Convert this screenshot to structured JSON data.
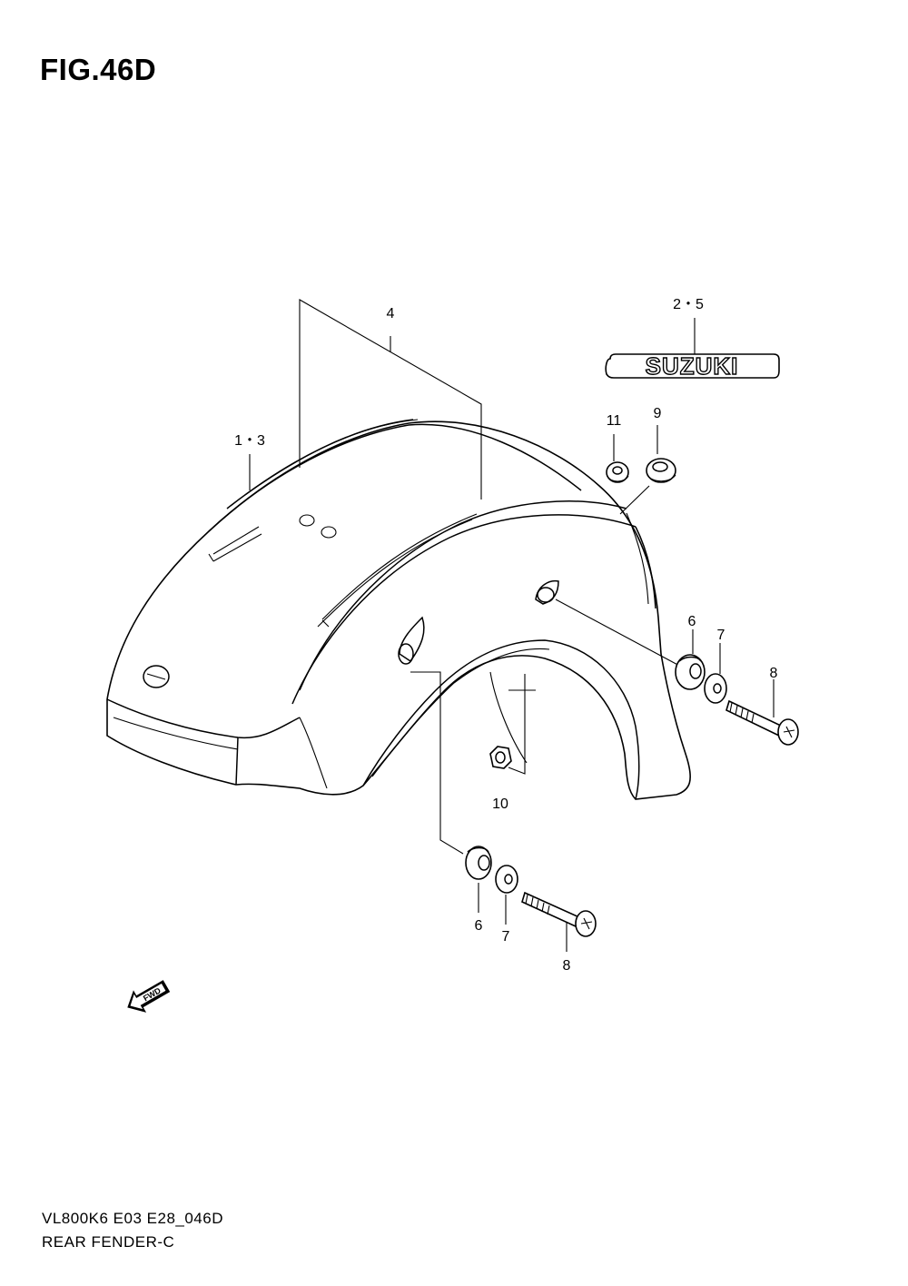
{
  "figure": {
    "title": "FIG.46D",
    "code": "VL800K6 E03 E28_046D",
    "name": "REAR FENDER-C"
  },
  "callouts": {
    "c13": "1・3",
    "c25": "2・5",
    "c4": "4",
    "c6a": "6",
    "c7a": "7",
    "c8a": "8",
    "c6b": "6",
    "c7b": "7",
    "c8b": "8",
    "c9": "9",
    "c10": "10",
    "c11": "11"
  },
  "emblem": {
    "text": "SUZUKI"
  },
  "fwd": {
    "text": "FWD"
  }
}
